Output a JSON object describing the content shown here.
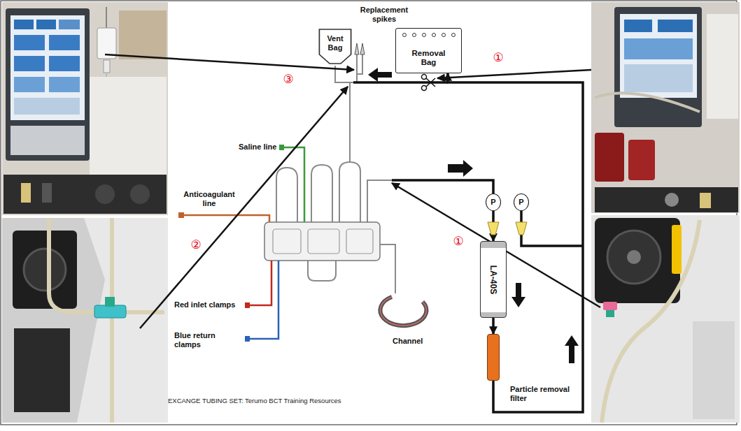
{
  "diagram": {
    "caption": "EXCANGE TUBING SET: Terumo BCT Training Resources",
    "nodes": [
      {
        "text": [
          "Vent Bag"
        ]
      },
      {
        "text": [
          "Removal Bag"
        ]
      },
      {
        "text": [
          "P"
        ]
      },
      {
        "text": [
          "P"
        ]
      },
      {
        "text": [
          "LA-40S"
        ]
      },
      {
        "text": [
          "Particle removal filter"
        ]
      }
    ],
    "edges": [
      {
        "from": 2,
        "to": 4,
        "arrow": "to"
      },
      {
        "from": 4,
        "to": 5,
        "arrow": "to"
      },
      {
        "from": 5,
        "to": 1,
        "arrow": "to"
      }
    ],
    "labels": [
      "Replacement spikes",
      "③",
      "①",
      "Saline line",
      "Anticoagulant line",
      "②",
      "①",
      "Red inlet clamps",
      "Blue return clamps",
      "Channel"
    ]
  }
}
